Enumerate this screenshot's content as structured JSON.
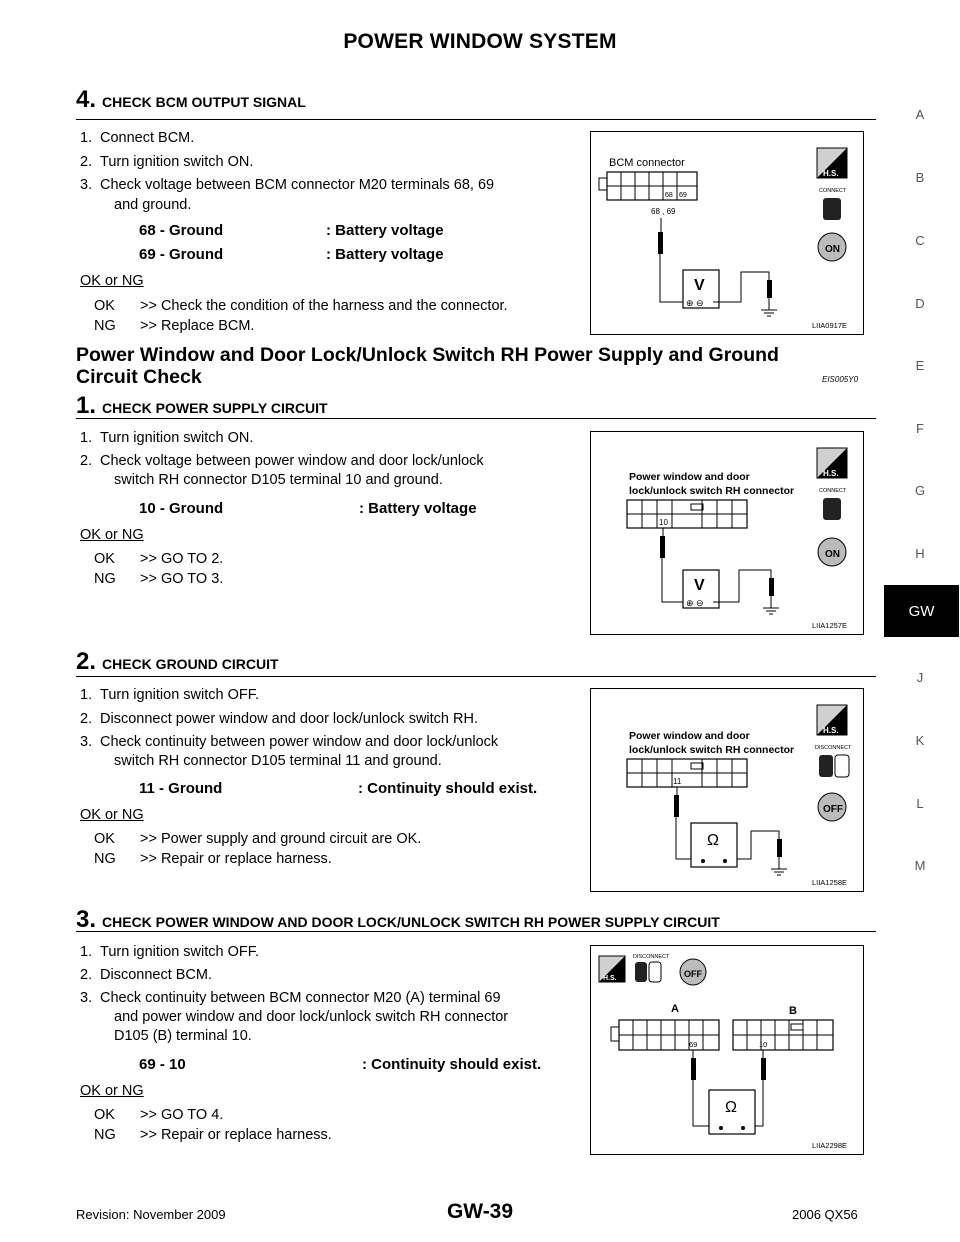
{
  "header": {
    "title": "POWER WINDOW SYSTEM"
  },
  "step4": {
    "num": "4.",
    "title": "CHECK BCM OUTPUT SIGNAL",
    "items": [
      "Connect BCM.",
      "Turn ignition switch ON.",
      "Check voltage between BCM connector M20 terminals 68, 69",
      "and ground."
    ],
    "specs": [
      [
        "68 - Ground",
        ": Battery voltage"
      ],
      [
        "69 - Ground",
        ": Battery voltage"
      ]
    ],
    "okng": "OK or NG",
    "results": [
      [
        "OK",
        ">> Check the condition of the harness and the connector."
      ],
      [
        "NG",
        ">> Replace BCM."
      ]
    ],
    "figure": {
      "connector_label": "BCM connector",
      "pins": [
        "68",
        "69"
      ],
      "probe": "68 , 69",
      "meter": "V",
      "badge": "H.S.",
      "state": "CONNECT",
      "switch": "ON",
      "code": "LIIA0917E"
    }
  },
  "section": {
    "title_line1": "Power Window and Door Lock/Unlock Switch RH Power Supply and Ground",
    "title_line2": "Circuit Check",
    "ref": "EIS005Y0"
  },
  "s1": {
    "num": "1.",
    "title": "CHECK POWER SUPPLY CIRCUIT",
    "items": [
      "Turn ignition switch ON.",
      "Check voltage between power window and door lock/unlock",
      "switch RH connector D105 terminal 10 and ground."
    ],
    "specs": [
      [
        "10 - Ground",
        ": Battery voltage"
      ]
    ],
    "okng": "OK or NG",
    "results": [
      [
        "OK",
        ">> GO TO 2."
      ],
      [
        "NG",
        ">> GO TO 3."
      ]
    ],
    "figure": {
      "connector_line1": "Power window and door",
      "connector_line2": "lock/unlock switch RH connector",
      "pin": "10",
      "meter": "V",
      "badge": "H.S.",
      "state": "CONNECT",
      "switch": "ON",
      "code": "LIIA1257E"
    }
  },
  "s2": {
    "num": "2.",
    "title": "CHECK GROUND CIRCUIT",
    "items": [
      "Turn ignition switch OFF.",
      "Disconnect power window and door lock/unlock switch RH.",
      "Check continuity between power window and door lock/unlock",
      "switch RH connector D105 terminal 11 and ground."
    ],
    "specs": [
      [
        "11 - Ground",
        ": Continuity should exist."
      ]
    ],
    "okng": "OK or NG",
    "results": [
      [
        "OK",
        ">> Power supply and ground circuit are OK."
      ],
      [
        "NG",
        ">> Repair or replace harness."
      ]
    ],
    "figure": {
      "connector_line1": "Power window and door",
      "connector_line2": "lock/unlock switch RH connector",
      "pin": "11",
      "meter": "Ω",
      "badge": "H.S.",
      "state": "DISCONNECT",
      "switch": "OFF",
      "code": "LIIA1258E"
    }
  },
  "s3": {
    "num": "3.",
    "title": "CHECK POWER WINDOW AND DOOR LOCK/UNLOCK SWITCH RH POWER SUPPLY CIRCUIT",
    "items": [
      "Turn ignition switch OFF.",
      "Disconnect BCM.",
      "Check continuity between BCM connector M20 (A) terminal 69",
      "and power window and door lock/unlock switch RH connector",
      "D105 (B) terminal 10."
    ],
    "specs": [
      [
        "69 - 10",
        ": Continuity should exist."
      ]
    ],
    "okng": "OK or NG",
    "results": [
      [
        "OK",
        ">> GO TO 4."
      ],
      [
        "NG",
        ">> Repair or replace harness."
      ]
    ],
    "figure": {
      "label_a": "A",
      "label_b": "B",
      "pin_a": "69",
      "pin_b": "10",
      "meter": "Ω",
      "badge": "H.S.",
      "state": "DISCONNECT",
      "switch": "OFF",
      "code": "LIIA2298E"
    }
  },
  "index": [
    "A",
    "B",
    "C",
    "D",
    "E",
    "F",
    "G",
    "H",
    "GW",
    "J",
    "K",
    "L",
    "M"
  ],
  "footer": {
    "revision": "Revision: November 2009",
    "page": "GW-39",
    "model": "2006 QX56"
  }
}
